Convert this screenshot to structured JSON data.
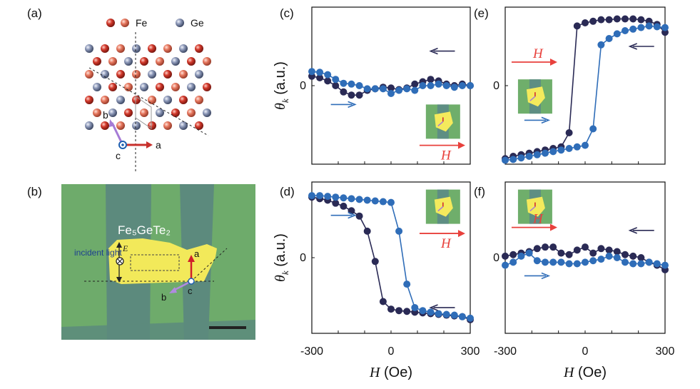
{
  "figure": {
    "panel_labels": [
      "(a)",
      "(b)",
      "(c)",
      "(d)",
      "(e)",
      "(f)"
    ],
    "colors": {
      "series_dark": "#2a2a55",
      "series_blue": "#2f6db8",
      "field_arrow": "#e8413c",
      "fe_atom": "#c0392b",
      "ge_atom": "#7f8fb0",
      "axis_b": "#a57bd6",
      "flake_yellow": "#f4ea5c",
      "substrate_green": "#6fae6b",
      "electrode_gray": "#5e8e83"
    }
  },
  "crystal": {
    "legend_fe": "Fe",
    "legend_ge": "Ge",
    "axis_b_label": "b",
    "axis_c_label": "c",
    "axis_a_label": "a"
  },
  "micrograph": {
    "material_label": "Fe₅GeTe₂",
    "incident_light_label": "incident light",
    "field_label": "E",
    "axis_a_label": "a",
    "axis_b_label": "b",
    "axis_c_label": "c"
  },
  "insets": {
    "field_label": "H"
  },
  "chart_data": [
    {
      "panel": "(c)",
      "type": "line",
      "ylabel": "θk (a.u.)",
      "xlabel": "",
      "xlim": [
        -300,
        300
      ],
      "ylim": [
        -1,
        1
      ],
      "xticks": [],
      "yticks": [
        0
      ],
      "ytick_labels": [
        "0"
      ],
      "series": [
        {
          "color_key": "series_dark",
          "x": [
            -300,
            -270,
            -240,
            -210,
            -180,
            -150,
            -120,
            -90,
            -60,
            -30,
            0,
            30,
            60,
            90,
            120,
            150,
            180,
            210,
            240,
            270,
            300
          ],
          "values": [
            0.12,
            0.1,
            0.06,
            0.0,
            -0.08,
            -0.12,
            -0.12,
            -0.06,
            -0.04,
            -0.02,
            -0.03,
            -0.05,
            -0.03,
            0.02,
            0.05,
            0.08,
            0.06,
            0.02,
            0.0,
            0.02,
            0.0
          ]
        },
        {
          "color_key": "series_blue",
          "x": [
            -300,
            -270,
            -240,
            -210,
            -180,
            -150,
            -120,
            -90,
            -60,
            -30,
            0,
            30,
            60,
            90,
            120,
            150,
            180,
            210,
            240,
            270,
            300
          ],
          "values": [
            0.18,
            0.17,
            0.14,
            0.08,
            0.03,
            0.02,
            0.0,
            -0.04,
            -0.04,
            -0.04,
            -0.1,
            -0.06,
            -0.04,
            -0.06,
            0.0,
            0.0,
            0.02,
            0.0,
            -0.02,
            0.0,
            0.0
          ]
        }
      ],
      "sweep_arrows": [
        {
          "direction": "left",
          "color_key": "series_dark"
        },
        {
          "direction": "right",
          "color_key": "series_blue"
        }
      ]
    },
    {
      "panel": "(d)",
      "type": "line",
      "ylabel": "θk (a.u.)",
      "xlabel": "H (Oe)",
      "xlim": [
        -300,
        300
      ],
      "ylim": [
        -1,
        1
      ],
      "xticks": [
        -300,
        0,
        300
      ],
      "xtick_labels": [
        "-300",
        "0",
        "300"
      ],
      "yticks": [
        0
      ],
      "ytick_labels": [
        "0"
      ],
      "series": [
        {
          "color_key": "series_dark",
          "x": [
            -300,
            -270,
            -240,
            -210,
            -180,
            -150,
            -120,
            -90,
            -60,
            -30,
            0,
            30,
            60,
            90,
            120,
            150,
            180,
            210,
            240,
            270,
            300
          ],
          "values": [
            0.8,
            0.78,
            0.76,
            0.72,
            0.68,
            0.62,
            0.55,
            0.35,
            -0.05,
            -0.58,
            -0.68,
            -0.7,
            -0.71,
            -0.72,
            -0.73,
            -0.74,
            -0.75,
            -0.76,
            -0.77,
            -0.78,
            -0.82
          ]
        },
        {
          "color_key": "series_blue",
          "x": [
            -300,
            -270,
            -240,
            -210,
            -180,
            -150,
            -120,
            -90,
            -60,
            -30,
            0,
            30,
            60,
            90,
            120,
            150,
            180,
            210,
            240,
            270,
            300
          ],
          "values": [
            0.82,
            0.82,
            0.81,
            0.8,
            0.79,
            0.78,
            0.77,
            0.76,
            0.75,
            0.74,
            0.73,
            0.35,
            -0.35,
            -0.66,
            -0.7,
            -0.72,
            -0.74,
            -0.75,
            -0.76,
            -0.78,
            -0.8
          ]
        }
      ],
      "sweep_arrows": [
        {
          "direction": "left",
          "color_key": "series_dark"
        },
        {
          "direction": "right",
          "color_key": "series_blue"
        }
      ]
    },
    {
      "panel": "(e)",
      "type": "line",
      "ylabel": "",
      "xlabel": "",
      "xlim": [
        -300,
        300
      ],
      "ylim": [
        -1,
        1
      ],
      "xticks": [],
      "yticks": [
        0
      ],
      "ytick_labels": [
        "0"
      ],
      "series": [
        {
          "color_key": "series_dark",
          "x": [
            -300,
            -270,
            -240,
            -210,
            -180,
            -150,
            -120,
            -90,
            -60,
            -30,
            0,
            30,
            60,
            90,
            120,
            150,
            180,
            210,
            240,
            270,
            300
          ],
          "values": [
            -0.93,
            -0.9,
            -0.88,
            -0.86,
            -0.84,
            -0.82,
            -0.8,
            -0.78,
            -0.6,
            0.76,
            0.8,
            0.82,
            0.84,
            0.84,
            0.85,
            0.85,
            0.85,
            0.84,
            0.82,
            0.78,
            0.68
          ]
        },
        {
          "color_key": "series_blue",
          "x": [
            -300,
            -270,
            -240,
            -210,
            -180,
            -150,
            -120,
            -90,
            -60,
            -30,
            0,
            30,
            60,
            90,
            120,
            150,
            180,
            210,
            240,
            270,
            300
          ],
          "values": [
            -0.95,
            -0.94,
            -0.92,
            -0.9,
            -0.88,
            -0.86,
            -0.84,
            -0.82,
            -0.8,
            -0.78,
            -0.76,
            -0.55,
            0.52,
            0.6,
            0.66,
            0.7,
            0.72,
            0.74,
            0.76,
            0.75,
            0.74
          ]
        }
      ],
      "sweep_arrows": [
        {
          "direction": "left",
          "color_key": "series_dark"
        },
        {
          "direction": "right",
          "color_key": "series_blue"
        }
      ]
    },
    {
      "panel": "(f)",
      "type": "line",
      "ylabel": "",
      "xlabel": "H (Oe)",
      "xlim": [
        -300,
        300
      ],
      "ylim": [
        -1,
        1
      ],
      "xticks": [
        -300,
        0,
        300
      ],
      "xtick_labels": [
        "-300",
        "0",
        "300"
      ],
      "yticks": [
        0
      ],
      "ytick_labels": [
        "0"
      ],
      "series": [
        {
          "color_key": "series_dark",
          "x": [
            -300,
            -270,
            -240,
            -210,
            -180,
            -150,
            -120,
            -90,
            -60,
            -30,
            0,
            30,
            60,
            90,
            120,
            150,
            180,
            210,
            240,
            270,
            300
          ],
          "values": [
            0.02,
            0.04,
            0.06,
            0.08,
            0.12,
            0.14,
            0.14,
            0.06,
            0.04,
            0.1,
            0.14,
            0.06,
            0.12,
            0.1,
            0.08,
            0.04,
            0.02,
            0.0,
            -0.06,
            -0.1,
            -0.16
          ]
        },
        {
          "color_key": "series_blue",
          "x": [
            -300,
            -270,
            -240,
            -210,
            -180,
            -150,
            -120,
            -90,
            -60,
            -30,
            0,
            30,
            60,
            90,
            120,
            150,
            180,
            210,
            240,
            270,
            300
          ],
          "values": [
            -0.1,
            -0.06,
            0.02,
            0.06,
            -0.04,
            -0.06,
            -0.06,
            -0.06,
            -0.08,
            -0.08,
            -0.06,
            -0.04,
            -0.02,
            0.02,
            0.0,
            -0.06,
            -0.08,
            -0.08,
            -0.06,
            -0.08,
            -0.1
          ]
        }
      ],
      "sweep_arrows": [
        {
          "direction": "left",
          "color_key": "series_dark"
        },
        {
          "direction": "right",
          "color_key": "series_blue"
        }
      ]
    }
  ]
}
